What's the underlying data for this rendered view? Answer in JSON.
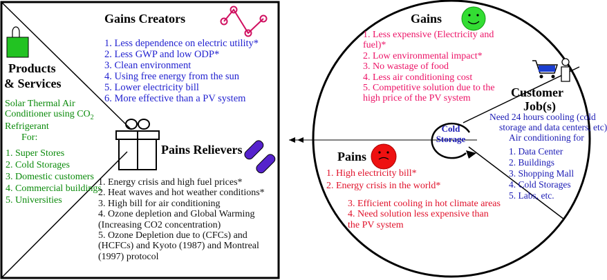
{
  "gain_creators": {
    "title": "Gains  Creators",
    "items": [
      "1. Less dependence on electric utility*",
      "2. Less GWP and low ODP*",
      "3. Clean environment",
      "4. Using free energy from the sun",
      "5. Lower electricity bill",
      "6. More effective than a PV system"
    ]
  },
  "products": {
    "title_line1": "Products",
    "title_line2": "& Services",
    "desc_line1": "Solar Thermal Air",
    "desc_line2": "Conditioner using CO",
    "desc_sub": "2",
    "desc_line3": "Refrigerant",
    "for_label": "For:",
    "items": [
      "1. Super Stores",
      "2. Cold Storages",
      "3. Domestic customers",
      "4. Commercial buildings",
      "5. Universities"
    ]
  },
  "pain_relievers": {
    "title": "Pains Relievers",
    "items": [
      "1. Energy crisis and high fuel prices*",
      "2. Heat waves and hot weather conditions*",
      "3. High bill for air conditioning",
      "4. Ozone depletion and Global Warming",
      "(Increasing CO2 concentration)",
      "5. Ozone Depletion due to  (CFCs) and",
      "(HCFCs) and  Kyoto (1987) and Montreal",
      "(1997) protocol"
    ]
  },
  "gains": {
    "title": "Gains",
    "items": [
      "1. Less expensive (Electricity and",
      "fuel)*",
      "2. Low environmental impact*",
      "3. No wastage of food",
      "4. Less air conditioning cost",
      "5. Competitive solution due to the",
      "high price of the PV system"
    ]
  },
  "customer_jobs": {
    "title_line1": "Customer",
    "title_line2": "Job(s)",
    "need_line1": "Need 24 hours cooling (cold",
    "need_line2": "storage and data centers, etc)",
    "air_label": "Air conditioning for",
    "items": [
      "1. Data Center",
      "2. Buildings",
      "3. Shopping Mall",
      "4. Cold Storages",
      "5. Labs, etc."
    ]
  },
  "pains": {
    "title": "Pains",
    "items_top": [
      "1. High electricity bill*",
      "2. Energy crisis in the world*"
    ],
    "items_bottom": [
      "3. Efficient cooling in hot climate areas",
      "4. Need solution less expensive than",
      "the PV system"
    ]
  },
  "center": {
    "line1": "Cold",
    "line2": "Storage"
  },
  "colors": {
    "gain_creators": "#1f1fcf",
    "products": "#0a8a0a",
    "gains": "#ec1266",
    "pains": "#e0112a",
    "customer_jobs": "#1a1ab4",
    "bag": "#22c322",
    "smiley": "#33dd33",
    "sad": "#ee1111",
    "pills": "#5522cc"
  }
}
